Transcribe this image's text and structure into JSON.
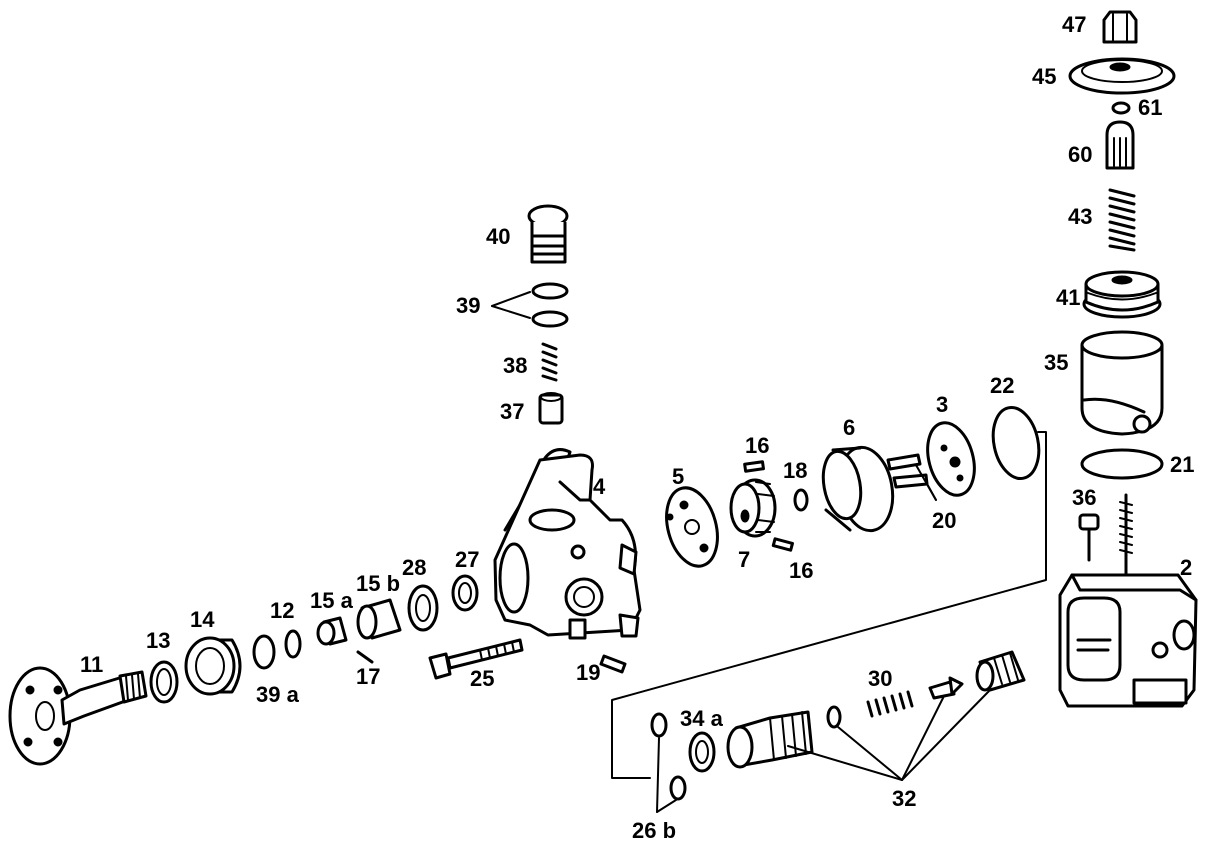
{
  "labels": {
    "p47": "47",
    "p45": "45",
    "p61": "61",
    "p60": "60",
    "p43": "43",
    "p41": "41",
    "p35": "35",
    "p22": "22",
    "p21": "21",
    "p36": "36",
    "p2": "2",
    "p3": "3",
    "p6": "6",
    "p20": "20",
    "p16a": "16",
    "p18": "18",
    "p16b": "16",
    "p5": "5",
    "p7": "7",
    "p4": "4",
    "p40": "40",
    "p39": "39",
    "p38": "38",
    "p37": "37",
    "p27": "27",
    "p28": "28",
    "p15b": "15 b",
    "p15a": "15 a",
    "p12": "12",
    "p14": "14",
    "p13": "13",
    "p11": "11",
    "p39a": "39 a",
    "p17": "17",
    "p25": "25",
    "p19": "19",
    "p30": "30",
    "p34a": "34 a",
    "p32": "32",
    "p26b": "26 b"
  }
}
